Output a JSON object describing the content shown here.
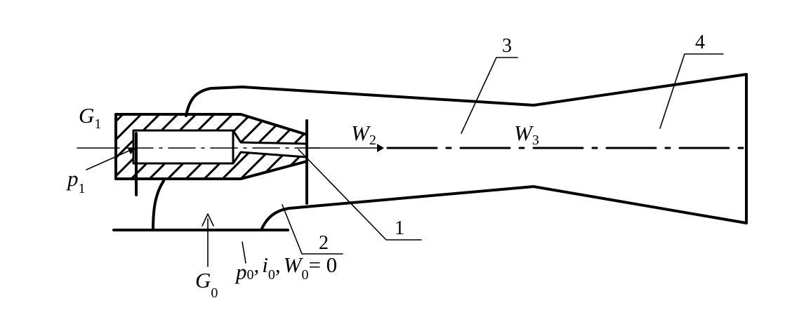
{
  "labels": {
    "g1": {
      "main": "G",
      "sub": "1"
    },
    "g0": {
      "main": "G",
      "sub": "0"
    },
    "p1": {
      "main": "p",
      "sub": "1"
    },
    "w2": {
      "main": "W",
      "sub": "2"
    },
    "w3": {
      "main": "W",
      "sub": "3"
    },
    "ambient": {
      "p_main": "p",
      "p_sub": "0",
      "sep1": ",",
      "i_main": "i",
      "i_sub": "0",
      "sep2": ",",
      "w_main": "W",
      "w_sub": "0",
      "equals": "= 0"
    }
  },
  "callouts": {
    "c1": "1",
    "c2": "2",
    "c3": "3",
    "c4": "4"
  }
}
